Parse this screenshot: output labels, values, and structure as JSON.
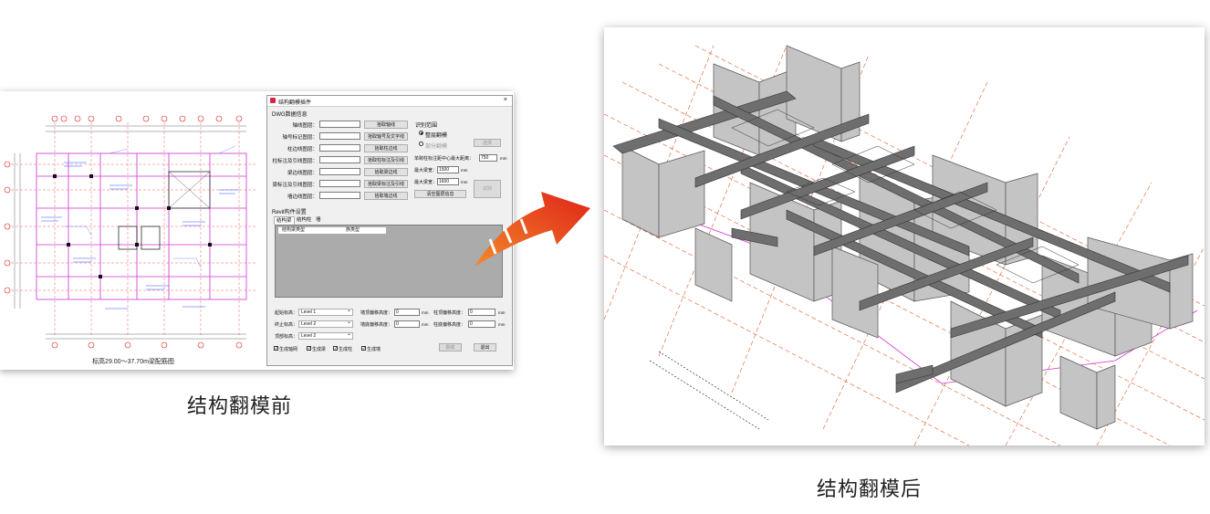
{
  "left_panel": {
    "caption": "结构翻模前",
    "cad_drawing_caption": "标高29.00～37.70m梁配筋图"
  },
  "right_panel": {
    "caption": "结构翻模后"
  },
  "dialog": {
    "title": "结构翻模插件",
    "close_label": "×",
    "section_layers": "DWG数据信息",
    "rows": [
      {
        "label": "轴线图层：",
        "button": "拾取轴线"
      },
      {
        "label": "轴号标记图层：",
        "button": "拾取轴号及文字线"
      },
      {
        "label": "柱边线图层：",
        "button": "拾取柱边线"
      },
      {
        "label": "柱标注及引线图层：",
        "button": "拾取柱标注及引线"
      },
      {
        "label": "梁边线图层：",
        "button": "拾取梁边线"
      },
      {
        "label": "梁标注及引线图层：",
        "button": "拾取梁标注及引线"
      },
      {
        "label": "墙边线图层：",
        "button": "拾取墙边线"
      }
    ],
    "range_section": "识别范围",
    "radio_all": "整层翻模",
    "radio_partial": "部分翻模",
    "select_button": "选择",
    "max_dist_label": "单跨柱标注距中心最大距离：",
    "max_dist_value": "750",
    "max_dist_unit": "mm",
    "beam_width_label": "最大梁宽：",
    "beam_width_value": "1500",
    "beam_width_unit": "mm",
    "beam_height_label": "最大梁宽：",
    "beam_height_value": "1600",
    "beam_height_unit": "mm",
    "recognize_button": "识别",
    "clear_button": "清空图层信息",
    "section_revit": "Revit构件设置",
    "tabs": [
      "结构梁",
      "结构柱",
      "墙"
    ],
    "grid_headers": [
      "结构梁类型",
      "族类型"
    ],
    "bottom": {
      "start_level_label": "起始标高：",
      "start_level_value": "Level 1",
      "end_level_label": "终止标高：",
      "end_level_value": "Level 2",
      "top_level_label": "顶部标高：",
      "top_level_value": "Level 2",
      "top_offset_label": "墙顶偏移高度：",
      "top_offset_value": "0",
      "bottom_offset_label": "墙底偏移高度：",
      "bottom_offset_value": "0",
      "col_top_label": "柱顶偏移高度：",
      "col_top_value": "0",
      "col_bottom_label": "柱底偏移高度：",
      "col_bottom_value": "0",
      "unit": "mm",
      "checks": [
        "生成轴网",
        "生成梁",
        "生成柱",
        "生成墙"
      ],
      "ok_button": "翻模",
      "exit_button": "退出"
    }
  },
  "colors": {
    "cad_magenta": "#d030d0",
    "cad_blue": "#3050ff",
    "cad_red": "#e02020",
    "model_grey": "#bdbdbd",
    "model_dark": "#555555",
    "grid_red": "#e05a2a",
    "arrow_red": "#e02418"
  }
}
